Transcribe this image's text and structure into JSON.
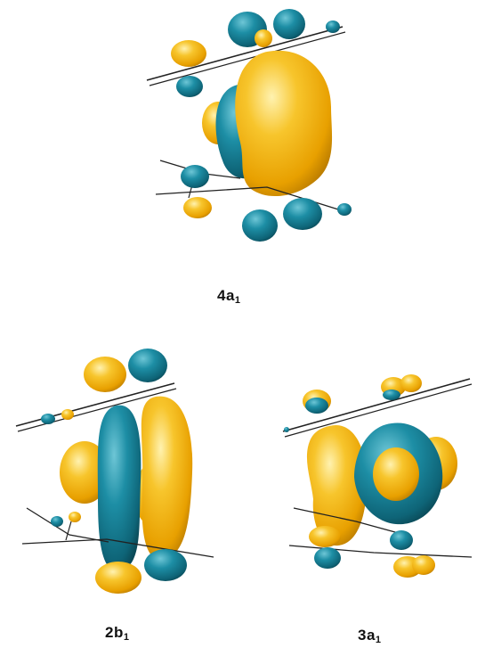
{
  "orbitals": [
    {
      "main": "4a",
      "sub": "1"
    },
    {
      "main": "2b",
      "sub": "1"
    },
    {
      "main": "3a",
      "sub": "1"
    }
  ],
  "colors": {
    "positive_lobe": "#f3b400",
    "negative_lobe": "#137f96",
    "bond_line": "#222222",
    "label": "#111111"
  }
}
